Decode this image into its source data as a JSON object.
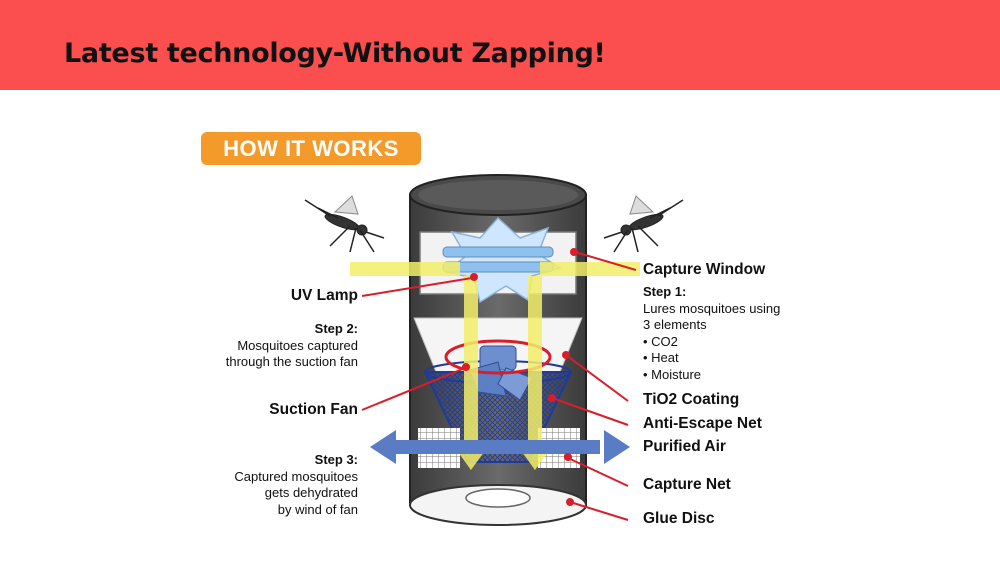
{
  "header": {
    "title": "Latest technology-Without Zapping!",
    "bg_color": "#fb4f4f"
  },
  "badge": {
    "text": "HOW IT WORKS",
    "color": "#f39a2b"
  },
  "labels": {
    "uv_lamp": "UV Lamp",
    "step2": {
      "title": "Step 2:",
      "lines": [
        "Mosquitoes captured",
        "through the suction fan"
      ]
    },
    "suction_fan": "Suction Fan",
    "step3": {
      "title": "Step 3:",
      "lines": [
        "Captured mosquitoes",
        "gets dehydrated",
        "by wind of fan"
      ]
    },
    "capture_window": "Capture Window",
    "step1": {
      "title": "Step 1:",
      "lines": [
        "Lures mosquitoes using",
        "3 elements",
        "• CO2",
        "• Heat",
        "• Moisture"
      ]
    },
    "tio2": "TiO2 Coating",
    "anti_escape": "Anti-Escape Net",
    "purified_air": "Purified Air",
    "capture_net": "Capture Net",
    "glue_disc": "Glue Disc"
  },
  "colors": {
    "leader_line": "#d81e2a",
    "air_arrow": "#5a7cc4",
    "light_beam": "#f3ef6a",
    "net": "#1f3a9a",
    "cylinder": "#555555"
  },
  "icons": [
    "mosquito-icon-left",
    "mosquito-icon-right"
  ]
}
